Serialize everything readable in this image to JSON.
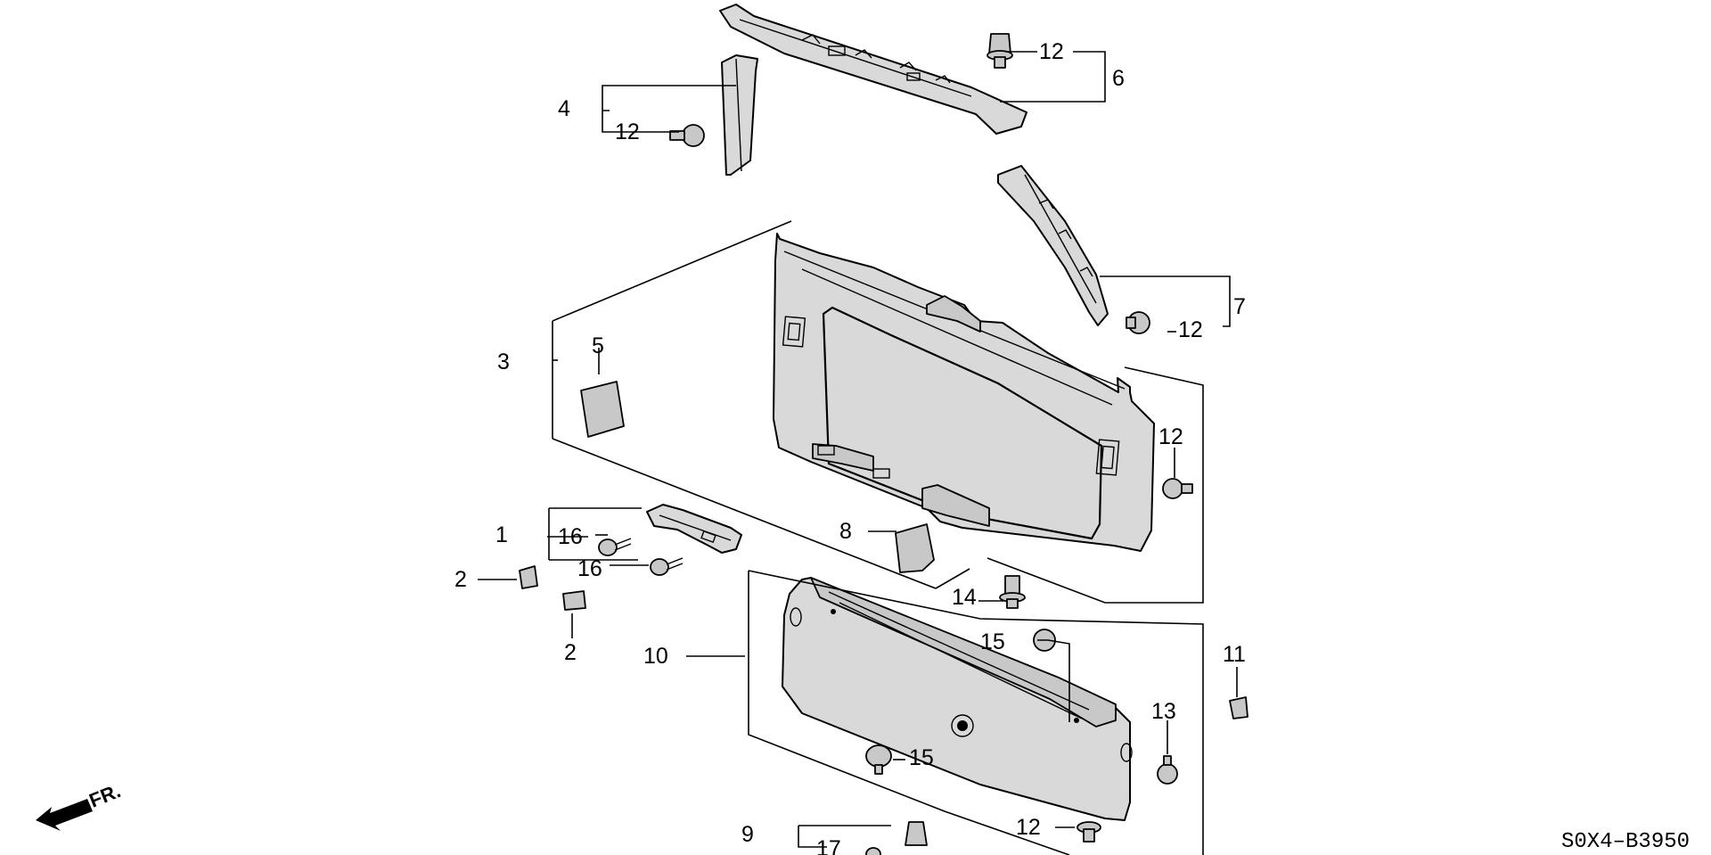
{
  "callouts": {
    "c1": "1",
    "c2a": "2",
    "c2b": "2",
    "c3": "3",
    "c4": "4",
    "c5": "5",
    "c6": "6",
    "c7": "7",
    "c8": "8",
    "c9": "9",
    "c10": "10",
    "c11": "11",
    "c12a": "12",
    "c12b": "12",
    "c12c": "12",
    "c12d": "12",
    "c12e": "12",
    "c13": "13",
    "c14": "14",
    "c15a": "15",
    "c15b": "15",
    "c16a": "16",
    "c16b": "16",
    "c17": "17"
  },
  "direction_label": "FR.",
  "diagram_code": "S0X4–B3950"
}
